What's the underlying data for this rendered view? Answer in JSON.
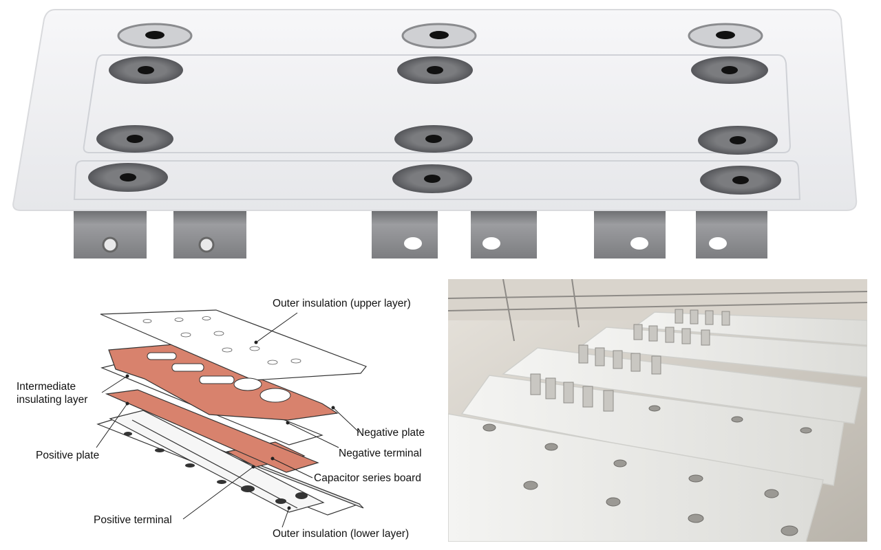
{
  "photo_top": {
    "alt": "White insulated laminated busbar with metal washers and terminal tabs"
  },
  "diagram": {
    "labels": {
      "outer_upper": "Outer insulation (upper layer)",
      "intermediate": "Intermediate\ninsulating layer",
      "negative_plate": "Negative plate",
      "positive_plate": "Positive plate",
      "negative_terminal": "Negative terminal",
      "capacitor_board": "Capacitor series board",
      "positive_terminal": "Positive terminal",
      "outer_lower": "Outer insulation (lower layer)"
    },
    "colors": {
      "copper": "#d8826d",
      "insulation": "#ffffff",
      "outline": "#333333"
    }
  },
  "photo_bottom": {
    "alt": "Rows of white laminated busbars with silver terminals on a production rack"
  }
}
